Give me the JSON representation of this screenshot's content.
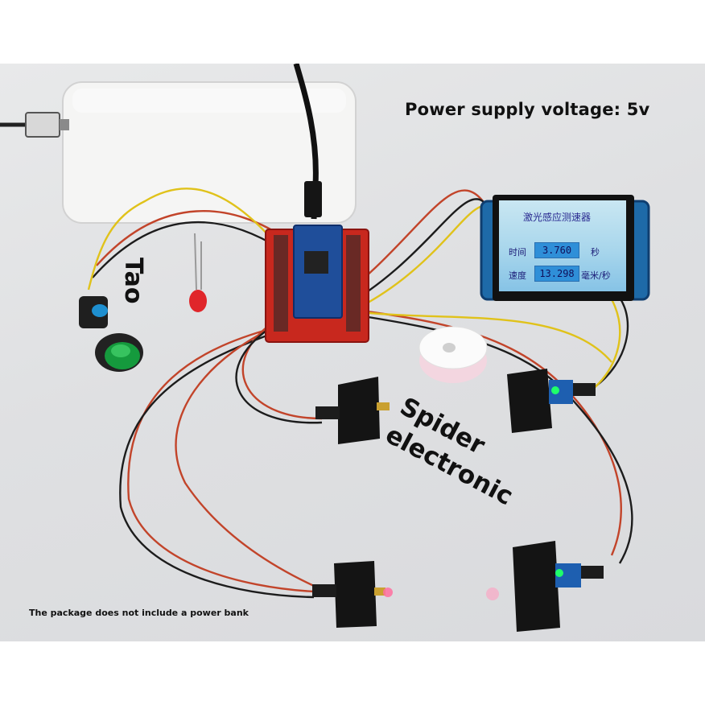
{
  "overlay": {
    "voltage_caption": "Power supply voltage: 5v",
    "label_tao": "Tao",
    "brand_line1": "Spider",
    "brand_line2": "electronic",
    "powerbank_note": "The package does not include a power bank"
  },
  "lcd": {
    "title": "激光感应测速器",
    "time_label": "时间",
    "time_value": "3.760",
    "time_unit": "秒",
    "speed_label": "速度",
    "speed_value": "13.298",
    "speed_unit": "毫米/秒"
  },
  "colors": {
    "background": "#ffffff",
    "table": "#e0e1e3",
    "board_red": "#c8281e",
    "board_blue": "#1f4e9a",
    "wire_red": "#c2442a",
    "wire_black": "#1c1c1c",
    "wire_yellow": "#e0c21a",
    "sensor_black": "#141414",
    "led_green": "#1fff6a",
    "laser_pink": "#ff6fa0"
  }
}
